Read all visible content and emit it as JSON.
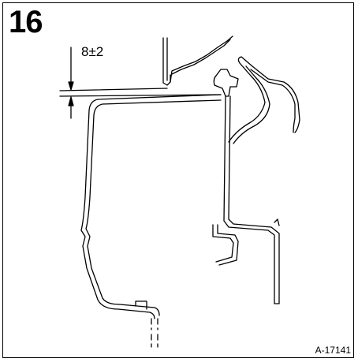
{
  "figure": {
    "number": "16",
    "dimension": "8±2",
    "reference": "A-17141"
  }
}
